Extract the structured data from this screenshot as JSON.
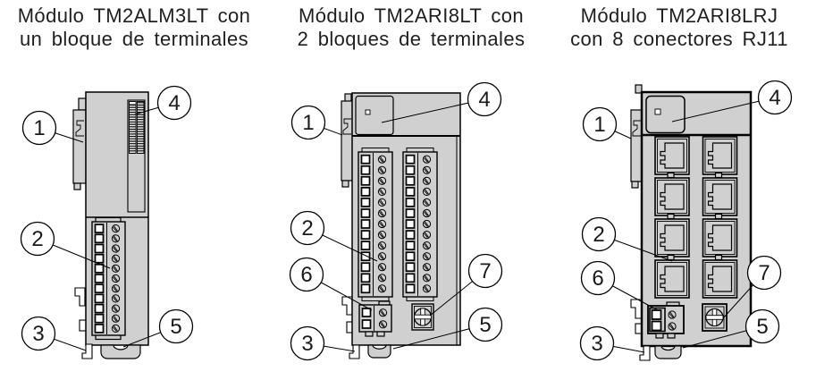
{
  "figure": {
    "modules": [
      {
        "name": "TM2ALM3LT",
        "title_line1": "Módulo TM2ALM3LT con",
        "title_line2": "un bloque de terminales",
        "callouts": [
          "1",
          "2",
          "3",
          "4",
          "5"
        ]
      },
      {
        "name": "TM2ARI8LT",
        "title_line1": "Módulo TM2ARI8LT con",
        "title_line2": "2 bloques de terminales",
        "callouts": [
          "1",
          "2",
          "3",
          "4",
          "5",
          "6",
          "7"
        ]
      },
      {
        "name": "TM2ARI8LRJ",
        "title_line1": "Módulo TM2ARI8LRJ",
        "title_line2": "con 8 conectores RJ11",
        "callouts": [
          "1",
          "2",
          "3",
          "4",
          "5",
          "6",
          "7"
        ]
      }
    ],
    "colors": {
      "module_body": "#d0d0d0",
      "outline": "#000000",
      "background": "#ffffff"
    }
  }
}
